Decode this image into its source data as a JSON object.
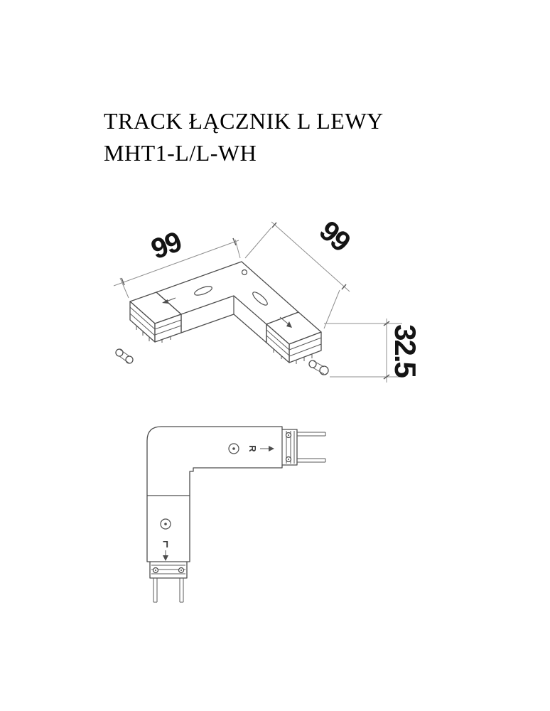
{
  "title": {
    "line1": "TRACK ŁĄCZNIK L LEWY",
    "line2": "MHT1-L/L-WH"
  },
  "iso_view": {
    "dim_left": "99",
    "dim_right": "99",
    "dim_height": "32.5"
  },
  "plan_view": {
    "label_r": "R",
    "label_l": "L"
  },
  "colors": {
    "line": "#4d4d4d",
    "dim_line": "#8f8f8f",
    "dim_text": "#141414",
    "title_text": "#000000"
  }
}
